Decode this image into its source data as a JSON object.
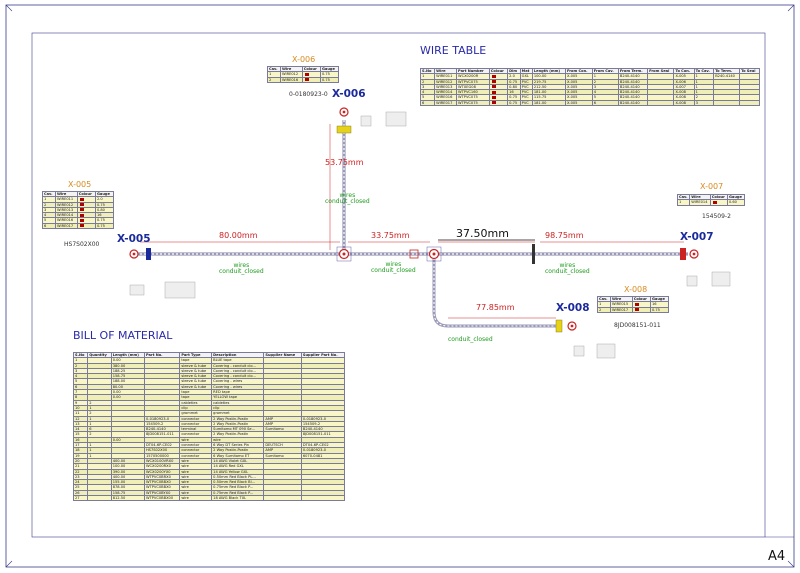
{
  "sheet_size": "A4",
  "wire_table": {
    "title": "WIRE TABLE",
    "headers": [
      "S.No",
      "Wire",
      "Part Number",
      "Colour",
      "Dim",
      "Mat",
      "Length (mm)",
      "From Con.",
      "From Cav.",
      "From Term.",
      "From Seal",
      "To Con.",
      "To Cav.",
      "To Term.",
      "To Seal"
    ],
    "rows": [
      [
        "1",
        "WIRE011",
        "WCX0200R",
        "",
        "2.0",
        "GXL",
        "100.00",
        "X-005",
        "1",
        "B240-4140",
        "",
        "X-005",
        "1",
        "B240-4140",
        ""
      ],
      [
        "2",
        "WIRE012",
        "WTPVC075",
        "",
        "0.75",
        "PVC",
        "219.75",
        "X-005",
        "2",
        "B240-4140",
        "",
        "X-006",
        "1",
        "",
        ""
      ],
      [
        "3",
        "WIRE013",
        "WTXEG08",
        "",
        "0.80",
        "PVC",
        "212.50",
        "X-005",
        "3",
        "B240-4140",
        "",
        "X-007",
        "1",
        "",
        ""
      ],
      [
        "4",
        "WIRE014",
        "WTPVC160",
        "",
        "16",
        "PVC",
        "181.00",
        "X-005",
        "4",
        "B240-4140",
        "",
        "X-008",
        "1",
        "",
        ""
      ],
      [
        "5",
        "WIRE016",
        "WTPVC075",
        "",
        "0.75",
        "PVC",
        "115.75",
        "X-005",
        "5",
        "B240-4140",
        "",
        "X-008",
        "2",
        "",
        ""
      ],
      [
        "6",
        "WIRE017",
        "WTPVC075",
        "",
        "0.75",
        "PVC",
        "181.00",
        "X-005",
        "6",
        "B240-4140",
        "",
        "X-008",
        "3",
        "",
        ""
      ]
    ]
  },
  "bom": {
    "title": "BILL OF MATERIAL",
    "headers": [
      "S.No",
      "Quantity",
      "Length (mm)",
      "Part No.",
      "Part Type",
      "Description",
      "Supplier Name",
      "Supplier Part No."
    ],
    "rows": [
      [
        "1",
        "",
        "0.00",
        "",
        "tape",
        "BLUE tape",
        "",
        ""
      ],
      [
        "2",
        "",
        "380.00",
        "",
        "sleeve & tube",
        "Covering - conduit clo...",
        "",
        ""
      ],
      [
        "3",
        "",
        "188.25",
        "",
        "sleeve & tube",
        "Covering - conduit clo...",
        "",
        ""
      ],
      [
        "4",
        "",
        "158.75",
        "",
        "sleeve & tube",
        "Covering - conduit clo...",
        "",
        ""
      ],
      [
        "5",
        "",
        "188.00",
        "",
        "sleeve & tube",
        "Covering - wires",
        "",
        ""
      ],
      [
        "6",
        "",
        "80.00",
        "",
        "sleeve & tube",
        "Covering - wires",
        "",
        ""
      ],
      [
        "7",
        "",
        "0.00",
        "",
        "tape",
        "RED tape",
        "",
        ""
      ],
      [
        "8",
        "",
        "0.00",
        "",
        "tape",
        "YELLOW tape",
        "",
        ""
      ],
      [
        "9",
        "2",
        "",
        "",
        "cableties",
        "cableties",
        "",
        ""
      ],
      [
        "10",
        "1",
        "",
        "",
        "clip",
        "clip",
        "",
        ""
      ],
      [
        "11",
        "2",
        "",
        "",
        "grommet",
        "grommet",
        "",
        ""
      ],
      [
        "12",
        "1",
        "",
        "0-0180923-0",
        "connector",
        "2 Way Postin-Postin",
        "AMP",
        "0-0180923-0"
      ],
      [
        "13",
        "1",
        "",
        "154509-2",
        "connector",
        "2 Way Postin-Postin",
        "AMP",
        "154509-2"
      ],
      [
        "14",
        "6",
        "",
        "B240-4140",
        "terminal",
        "Sumitomo MT 090 Se...",
        "Sumitomo",
        "B240-4140"
      ],
      [
        "15",
        "2",
        "",
        "8JD008151-011",
        "connector",
        "2 Way Postin-Postin",
        "",
        "8JD008151-011"
      ],
      [
        "16",
        "",
        "0.00",
        "",
        "wire",
        "wire",
        "",
        ""
      ],
      [
        "17",
        "1",
        "",
        "DT04-6P-CE02",
        "connector",
        "6 Way DT Series Pin",
        "DEUTSCH",
        "DT04-6P-CE02"
      ],
      [
        "18",
        "1",
        "",
        "HS7S02X00",
        "connector",
        "2 Way Postin-Postin",
        "AMP",
        "0-0180923-0"
      ],
      [
        "19",
        "1",
        "",
        "1570500000",
        "connector",
        "6 Way Sumitomo ET",
        "Sumitomo",
        "6070-0481"
      ],
      [
        "20",
        "",
        "400.00",
        "WCX0100VRX0",
        "wire",
        "14 AWG Violet GXL",
        "",
        ""
      ],
      [
        "21",
        "",
        "100.00",
        "WCX0200RX0",
        "wire",
        "14 AWG Red GXL",
        "",
        ""
      ],
      [
        "22",
        "",
        "390.00",
        "WCX0200YX0",
        "wire",
        "14 AWG Yellow GXL",
        "",
        ""
      ],
      [
        "23",
        "",
        "400.00",
        "WTPVC0BRX0",
        "wire",
        "0.50mm Red Black PL...",
        "",
        ""
      ],
      [
        "24",
        "",
        "155.00",
        "WTPVC0BBX0",
        "wire",
        "0.50mm Red Black Bl...",
        "",
        ""
      ],
      [
        "25",
        "",
        "878.00",
        "WTPVC0BBX0",
        "wire",
        "0.75mm Red Black P...",
        "",
        ""
      ],
      [
        "26",
        "",
        "158.75",
        "WTPVC0BYX0",
        "wire",
        "0.75mm Red Black P...",
        "",
        ""
      ],
      [
        "27",
        "",
        "812.50",
        "WTPVC0BBX00",
        "wire",
        "18 AWG Black TXL",
        "",
        ""
      ]
    ]
  },
  "conn_tables": {
    "x005": {
      "tag": "X-005",
      "headers": [
        "Cav.",
        "Wire",
        "Colour",
        "Gauge"
      ],
      "rows": [
        [
          "1",
          "WIRE011",
          "",
          "2.0"
        ],
        [
          "2",
          "WIRE012",
          "",
          "0.75"
        ],
        [
          "3",
          "WIRE013",
          "",
          "0.80"
        ],
        [
          "4",
          "WIRE014",
          "",
          "16"
        ],
        [
          "5",
          "WIRE016",
          "",
          "0.75"
        ],
        [
          "6",
          "WIRE017",
          "",
          "0.75"
        ]
      ],
      "pn": "HS7S02X00",
      "name": "X-005"
    },
    "x006": {
      "tag": "X-006",
      "headers": [
        "Cav.",
        "Wire",
        "Colour",
        "Gauge"
      ],
      "rows": [
        [
          "1",
          "WIRE012",
          "",
          "0.75"
        ],
        [
          "2",
          "WIRE016",
          "",
          "0.75"
        ]
      ],
      "pn": "0-0180923-0",
      "name": "X-006"
    },
    "x007": {
      "tag": "X-007",
      "headers": [
        "Cav.",
        "Wire",
        "Colour",
        "Gauge"
      ],
      "rows": [
        [
          "1",
          "WIRE014",
          "",
          "0.60"
        ]
      ],
      "pn": "154509-2",
      "name": "X-007"
    },
    "x008": {
      "tag": "X-008",
      "headers": [
        "Cav.",
        "Wire",
        "Colour",
        "Gauge"
      ],
      "rows": [
        [
          "1",
          "WIRE015",
          "",
          "16"
        ],
        [
          "2",
          "WIRE017",
          "",
          "0.75"
        ]
      ],
      "pn": "8JD008151-011",
      "name": "X-008"
    }
  },
  "dimensions": {
    "d1": "80.00mm",
    "d2": "33.75mm",
    "d3": "37.50mm",
    "d4": "98.75mm",
    "d5": "53.75mm",
    "d6": "77.85mm"
  },
  "covering_labels": {
    "wires": "wires",
    "conduit": "conduit_closed"
  },
  "colors": {
    "wire_swatch": "#b00000",
    "accent": "#1a2a9a",
    "tag": "#d88a1e",
    "dim": "#cc2222",
    "covering": "#1e9a1e"
  }
}
